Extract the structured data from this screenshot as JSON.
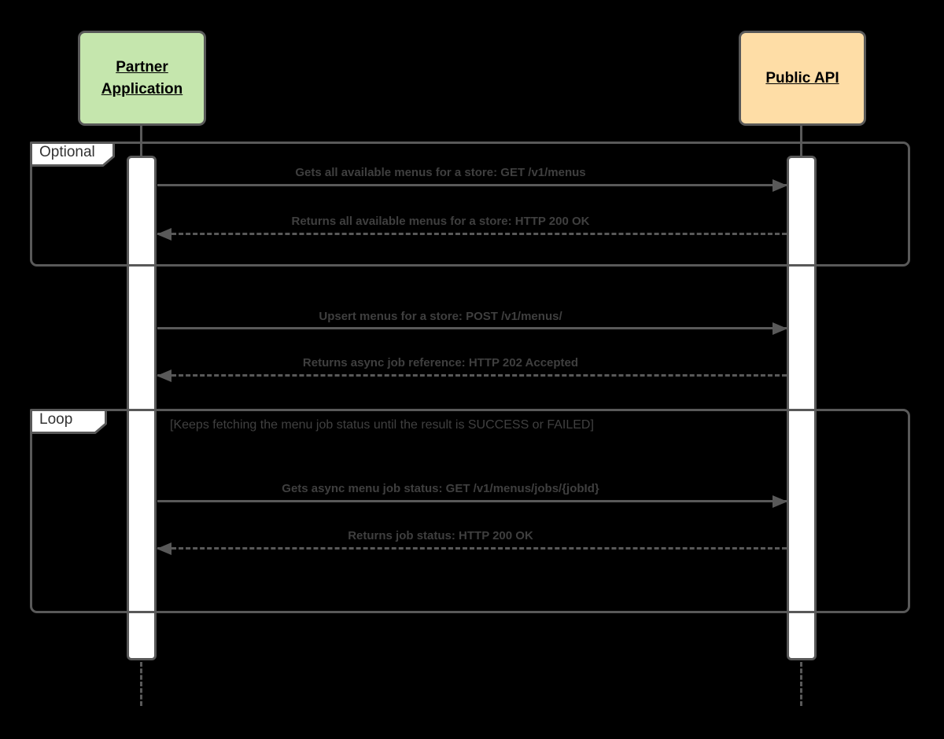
{
  "diagram": {
    "type": "uml-sequence-diagram",
    "actors": [
      {
        "label": "Partner Application",
        "fill": "#c5e6ad"
      },
      {
        "label": "Public API",
        "fill": "#fedda6"
      }
    ],
    "fragments": [
      {
        "label": "Optional",
        "condition": ""
      },
      {
        "label": "Loop",
        "condition": "[Keeps fetching the menu job status until the result is SUCCESS or FAILED]"
      }
    ],
    "messages": [
      {
        "from": "Partner Application",
        "to": "Public API",
        "line": "solid",
        "text": "Gets all available menus for a store: GET /v1/menus"
      },
      {
        "from": "Public API",
        "to": "Partner Application",
        "line": "dashed",
        "text": "Returns all available menus for a store: HTTP 200 OK"
      },
      {
        "from": "Partner Application",
        "to": "Public API",
        "line": "solid",
        "text": "Upsert menus for a store: POST /v1/menus/"
      },
      {
        "from": "Public API",
        "to": "Partner Application",
        "line": "dashed",
        "text": "Returns async job reference: HTTP 202 Accepted"
      },
      {
        "from": "Partner Application",
        "to": "Public API",
        "line": "solid",
        "text": "Gets async menu job status: GET /v1/menus/jobs/{jobId}"
      },
      {
        "from": "Public API",
        "to": "Partner Application",
        "line": "dashed",
        "text": "Returns job status: HTTP 200 OK"
      }
    ],
    "colors": {
      "background": "#000000",
      "stroke": "#595959",
      "message_text": "#3f3f3f",
      "fragment_label_text": "#333333",
      "condition_text": "#404040",
      "partner_fill": "#c5e6ad",
      "public_api_fill": "#fedda6",
      "activation_fill": "#ffffff",
      "label_fill": "#ffffff"
    }
  }
}
